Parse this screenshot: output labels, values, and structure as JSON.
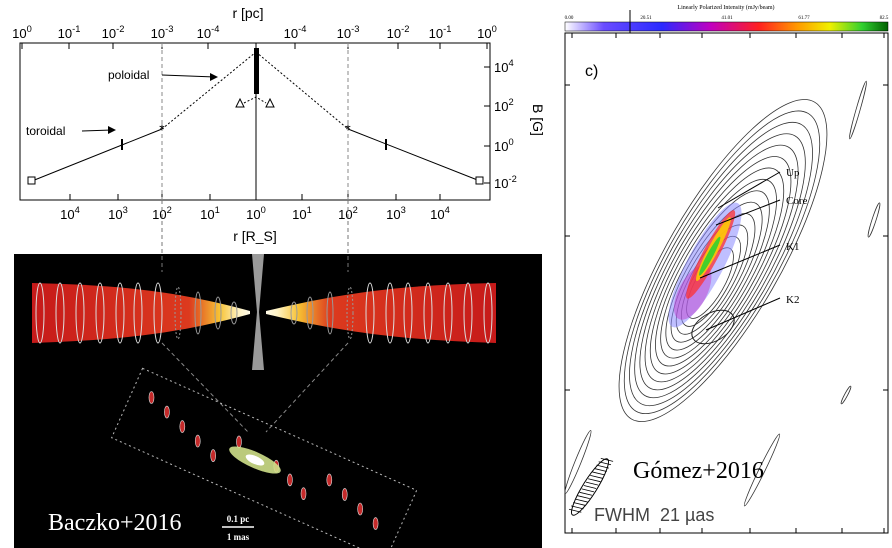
{
  "top_plot": {
    "top_axis_label": "r [pc]",
    "top_ticks": [
      "10^0",
      "10^-1",
      "10^-2",
      "10^-3",
      "10^-4",
      "10^-4",
      "10^-3",
      "10^-2",
      "10^-1",
      "10^0"
    ],
    "bottom_axis_label": "r [R_S]",
    "bottom_ticks": [
      "10^4",
      "10^3",
      "10^2",
      "10^1",
      "10^0",
      "10^1",
      "10^2",
      "10^3",
      "10^4"
    ],
    "right_axis_label": "B [G]",
    "right_ticks": [
      "10^4",
      "10^2",
      "10^0",
      "10^-2"
    ],
    "label_poloidal": "poloidal",
    "label_toroidal": "toroidal"
  },
  "left_panel": {
    "citation": "Baczko+2016",
    "scalebar_top": "0.1 pc",
    "scalebar_bottom": "1 mas"
  },
  "right_panel": {
    "colorbar_title": "Linearly Polarized Intensity (mJy/beam)",
    "colorbar_ticks": [
      "0.00",
      "20.51",
      "41.01",
      "61.77",
      "82.5"
    ],
    "panel_letter": "c)",
    "labels": [
      "Up",
      "Core",
      "K1",
      "K2"
    ],
    "citation": "Gómez+2016",
    "beam_text": "FWHM  21 µas"
  }
}
